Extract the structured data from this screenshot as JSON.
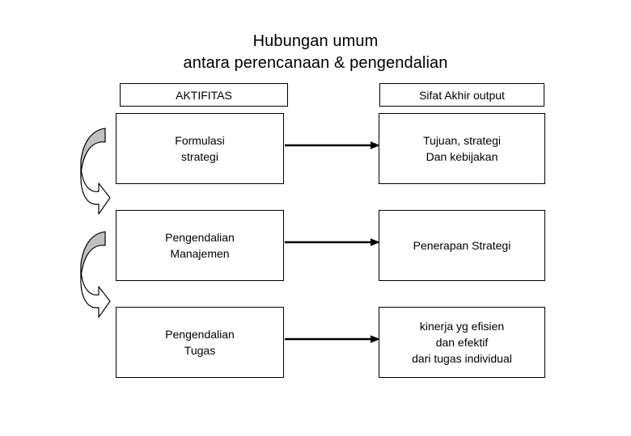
{
  "title": {
    "line1": "Hubungan umum",
    "line2": "antara perencanaan & pengendalian"
  },
  "columns": {
    "left_header": "AKTIFITAS",
    "right_header": "Sifat Akhir output"
  },
  "rows": [
    {
      "activity": "Formulasi\nstrategi",
      "activity_line1": "Formulasi",
      "activity_line2": "strategi",
      "output_line1": "Tujuan, strategi",
      "output_line2": "Dan kebijakan",
      "output_line3": ""
    },
    {
      "activity_line1": "Pengendalian",
      "activity_line2": "Manajemen",
      "output_line1": "Penerapan Strategi",
      "output_line2": "",
      "output_line3": ""
    },
    {
      "activity_line1": "Pengendalian",
      "activity_line2": "Tugas",
      "output_line1": "kinerja yg efisien",
      "output_line2": "dan efektif",
      "output_line3": "dari tugas individual"
    }
  ],
  "arrows": {
    "connector_label": "flows-to-arrow",
    "bent_label": "bent-down-arrow",
    "count_connectors": 3,
    "count_bent": 2
  },
  "colors": {
    "stroke": "#000000",
    "background": "#ffffff",
    "arrow_fill_gray": "#c0c0c0",
    "box_fill": "#ffffff"
  }
}
